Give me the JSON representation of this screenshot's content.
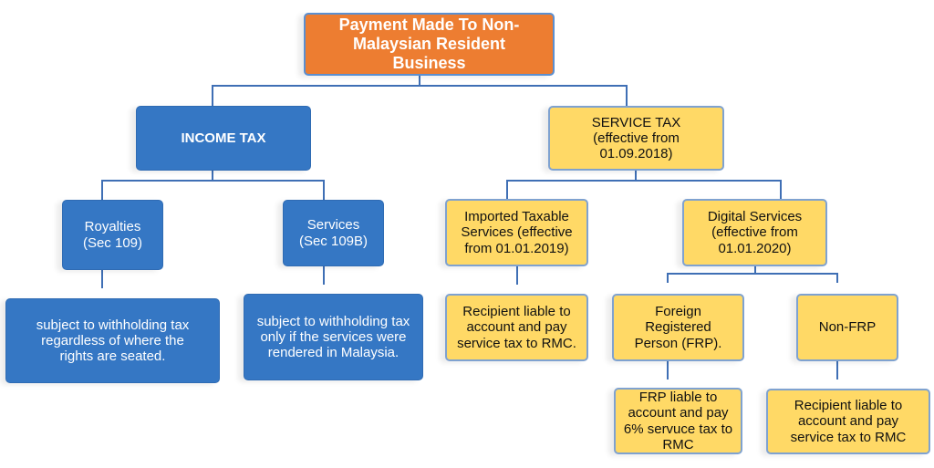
{
  "root": {
    "label": "Payment Made To Non-Malaysian Resident Business"
  },
  "income_tax": {
    "label": "INCOME TAX",
    "royalties": {
      "label": "Royalties (Sec 109)",
      "detail": "subject to withholding tax regardless of where the rights are seated."
    },
    "services": {
      "label": "Services (Sec 109B)",
      "detail": "subject to withholding tax only if the services were rendered in Malaysia."
    }
  },
  "service_tax": {
    "label": "SERVICE TAX (effective from 01.09.2018)",
    "imported": {
      "label": "Imported Taxable Services (effective from 01.01.2019)",
      "detail": "Recipient liable to account and pay service tax to RMC."
    },
    "digital": {
      "label": "Digital Services (effective from 01.01.2020)",
      "frp": {
        "label": "Foreign Registered Person (FRP).",
        "detail": "FRP liable to account and pay 6% servuce tax to RMC"
      },
      "non_frp": {
        "label": "Non-FRP",
        "detail": "Recipient liable to account and pay service tax to RMC"
      }
    }
  },
  "colors": {
    "root": "#ED7D31",
    "income": "#3577C4",
    "service": "#FFD966",
    "connector": "#3f6fb5"
  }
}
